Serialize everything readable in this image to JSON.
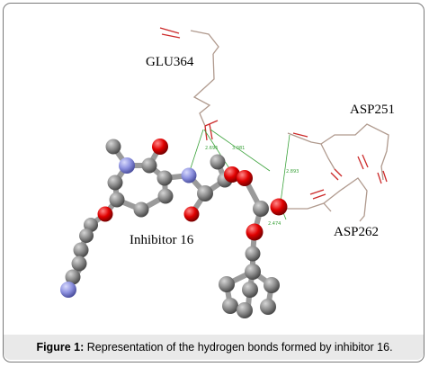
{
  "residues": {
    "glu364": "GLU364",
    "asp251": "ASP251",
    "asp262": "ASP262"
  },
  "ligand_label": "Inhibitor 16",
  "hbond_distances": [
    "2.696",
    "3.081",
    "2.893",
    "2.474"
  ],
  "caption": {
    "prefix": "Figure 1:",
    "text": "Representation of the hydrogen bonds formed by inhibitor 16."
  },
  "colors": {
    "carbon": "#8a8a8a",
    "oxygen": "#e00000",
    "nitrogen": "#8e92e0",
    "residue_stick": "#b09a8e",
    "residue_oxygen": "#cc2a2a",
    "hbond": "#3aa23a",
    "caption_band": "#e9e9e9"
  }
}
